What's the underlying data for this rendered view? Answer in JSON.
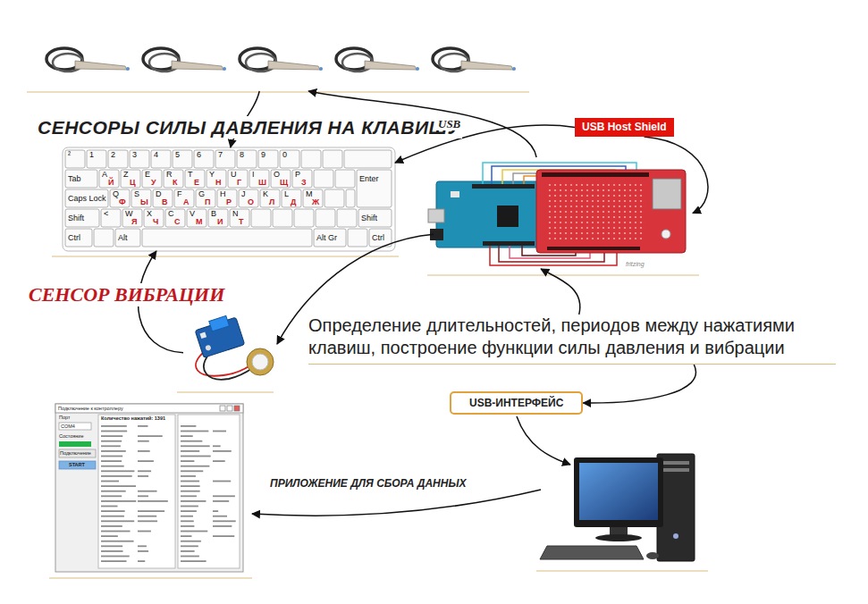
{
  "diagram": {
    "nodes": [
      {
        "text": [
          "СЕНСОРЫ СИЛЫ ДАВЛЕНИЯ НА КЛАВИШУ"
        ]
      },
      {
        "text": [
          "USB Host Shield"
        ]
      },
      {
        "text": [
          "²",
          "1",
          "2",
          "3",
          "4",
          "5",
          "6",
          "7",
          "8",
          "9",
          "0",
          "Tab",
          "A",
          "Й",
          "Z",
          "Ц",
          "E",
          "У",
          "R",
          "К",
          "T",
          "Е",
          "Y",
          "Н",
          "U",
          "Г",
          "I",
          "Ш",
          "O",
          "Щ",
          "P",
          "З",
          "Enter",
          "Caps Lock",
          "Q",
          "Ф",
          "S",
          "Ы",
          "D",
          "В",
          "F",
          "А",
          "G",
          "П",
          "H",
          "Р",
          "J",
          "О",
          "K",
          "Л",
          "L",
          "Д",
          "M",
          "Ж",
          "Shift",
          "<",
          "W",
          "Я",
          "X",
          "Ч",
          "C",
          "С",
          "V",
          "М",
          "B",
          "И",
          "N",
          "Т",
          "Shift",
          "Ctrl",
          "Alt",
          "Alt Gr",
          "Ctrl"
        ]
      },
      {
        "text": [
          "fritzing"
        ]
      },
      {
        "text": [
          "СЕНСОР ВИБРАЦИИ"
        ]
      },
      {
        "text": [
          "Определение длительностей, периодов между нажатиями клавиш, построение функции силы давления и вибрации"
        ]
      },
      {
        "text": [
          "USB-ИНТЕРФЕЙС"
        ]
      },
      {
        "text": [
          "Подключение к контроллеру",
          "Порт",
          "COM4",
          "Состояние",
          "Подключение",
          "START",
          "Количество нажатий: 1391"
        ]
      }
    ],
    "edges": [
      {
        "from": 3,
        "to": 0,
        "arrow": "to"
      },
      {
        "from": 1,
        "to": 2,
        "label": "USB",
        "arrow": "to"
      },
      {
        "from": 1,
        "to": 3,
        "arrow": "to"
      },
      {
        "from": 0,
        "to": 2,
        "arrow": "to"
      },
      {
        "from": 3,
        "to": 4,
        "arrow": "to"
      },
      {
        "from": 4,
        "to": 2,
        "arrow": "to"
      },
      {
        "from": 5,
        "to": 3,
        "arrow": "to"
      },
      {
        "from": 5,
        "to": 6,
        "arrow": "to"
      }
    ],
    "labels": [
      "ПРИЛОЖЕНИЕ ДЛЯ СБОРА ДАННЫХ"
    ]
  }
}
